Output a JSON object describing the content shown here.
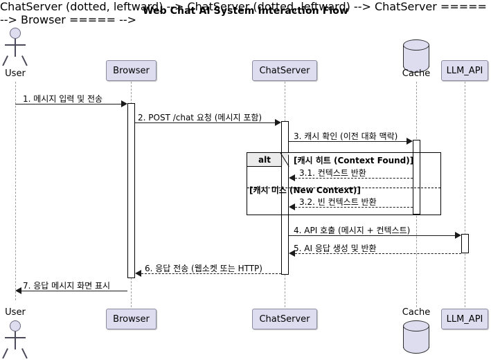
{
  "diagram": {
    "title": "Web Chat AI System Interaction Flow",
    "type": "sequence-diagram",
    "colors": {
      "participant_fill": "#DEDDF0",
      "participant_border": "#8A8AA0",
      "lifeline": "#A0A0A0",
      "line": "#1A1A1A",
      "frame_tab_fill": "#EBEBEB"
    }
  },
  "participants": [
    {
      "name": "User",
      "label": "User",
      "kind": "actor"
    },
    {
      "name": "Browser",
      "label": "Browser",
      "kind": "participant"
    },
    {
      "name": "ChatServer",
      "label": "ChatServer",
      "kind": "participant"
    },
    {
      "name": "Cache",
      "label": "Cache",
      "kind": "database"
    },
    {
      "name": "LLM_API",
      "label": "LLM_API",
      "kind": "participant"
    }
  ],
  "messages": [
    {
      "id": "1",
      "label": "1. 메시지 입력 및 전송",
      "from": "User",
      "to": "Browser",
      "style": "solid"
    },
    {
      "id": "2",
      "label": "2. POST /chat 요청 (메시지 포함)",
      "from": "Browser",
      "to": "ChatServer",
      "style": "solid"
    },
    {
      "id": "3",
      "label": "3. 캐시 확인 (이전 대화 맥락)",
      "from": "ChatServer",
      "to": "Cache",
      "style": "solid"
    },
    {
      "id": "3.1",
      "label": "3.1. 컨텍스트 반환",
      "from": "Cache",
      "to": "ChatServer",
      "style": "dotted"
    },
    {
      "id": "3.2",
      "label": "3.2. 빈 컨텍스트 반환",
      "from": "Cache",
      "to": "ChatServer",
      "style": "dotted"
    },
    {
      "id": "4",
      "label": "4. API 호출 (메시지 + 컨텍스트)",
      "from": "ChatServer",
      "to": "LLM_API",
      "style": "solid"
    },
    {
      "id": "5",
      "label": "5. AI 응답 생성 및 반환",
      "from": "LLM_API",
      "to": "ChatServer",
      "style": "dotted"
    },
    {
      "id": "6",
      "label": "6. 응답 전송 (웹소켓 또는 HTTP)",
      "from": "ChatServer",
      "to": "Browser",
      "style": "dotted"
    },
    {
      "id": "7",
      "label": "7. 응답 메시지 화면 표시",
      "from": "Browser",
      "to": "User",
      "style": "solid"
    }
  ],
  "fragment": {
    "operator": "alt",
    "guard_primary": "[캐시 히트 (Context Found)]",
    "guard_else": "[캐시 미스 (New Context)]"
  }
}
